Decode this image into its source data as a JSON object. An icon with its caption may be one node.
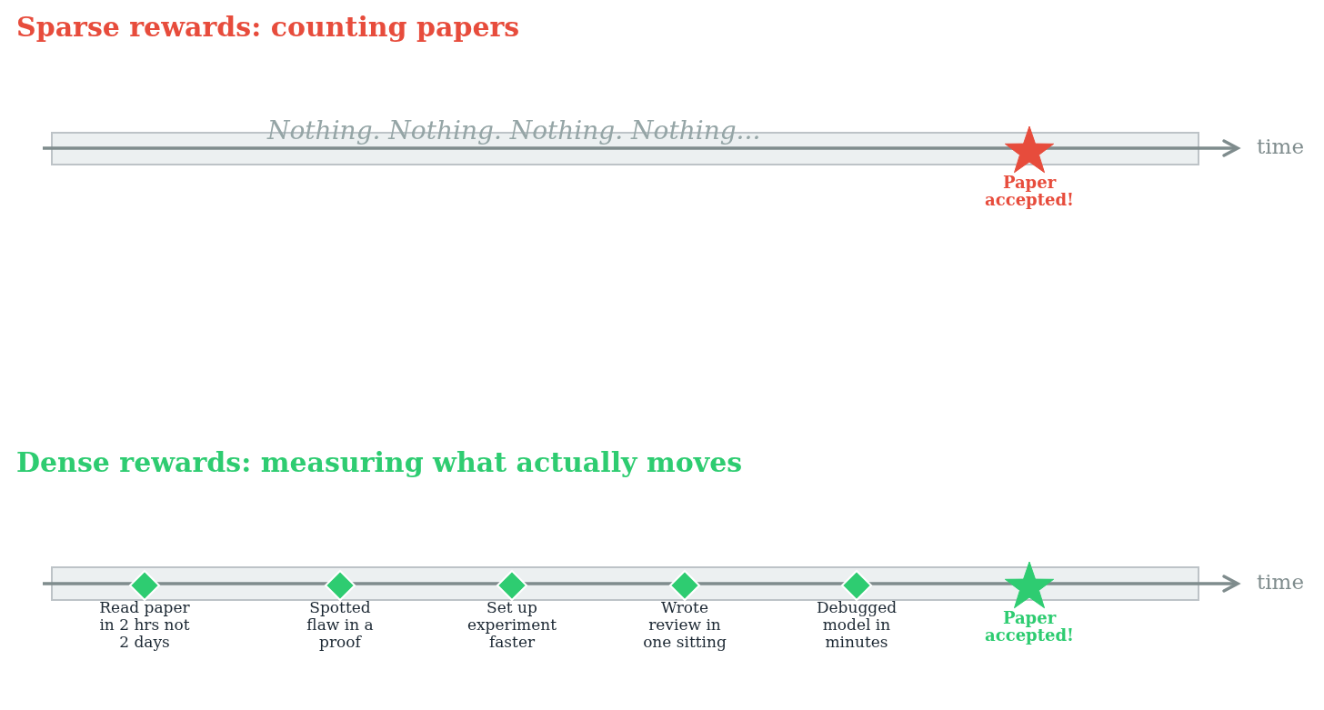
{
  "diagram": {
    "nodes": [
      {
        "text": [
          "Nothing. Nothing. Nothing. Nothing..."
        ]
      },
      {
        "text": [],
        "shape": "star",
        "in": 0,
        "beside": [
          "Paper accepted!"
        ]
      },
      {
        "text": [],
        "shape": "bar"
      },
      {
        "text": [],
        "shape": "diamond",
        "in": 2,
        "beside": [
          "Read paper in 2 hrs not 2 days"
        ]
      },
      {
        "text": [],
        "shape": "diamond",
        "in": 2,
        "beside": [
          "Spotted flaw in a proof"
        ]
      },
      {
        "text": [],
        "shape": "diamond",
        "in": 2,
        "beside": [
          "Set up experiment faster"
        ]
      },
      {
        "text": [],
        "shape": "diamond",
        "in": 2,
        "beside": [
          "Wrote review in one sitting"
        ]
      },
      {
        "text": [],
        "shape": "diamond",
        "in": 2,
        "beside": [
          "Debugged model in minutes"
        ]
      },
      {
        "text": [],
        "shape": "star",
        "in": 2,
        "beside": [
          "Paper accepted!"
        ]
      }
    ],
    "edges": [],
    "labels": [
      "Sparse rewards: counting papers",
      "time",
      "Dense rewards: measuring what actually moves",
      "time"
    ]
  }
}
